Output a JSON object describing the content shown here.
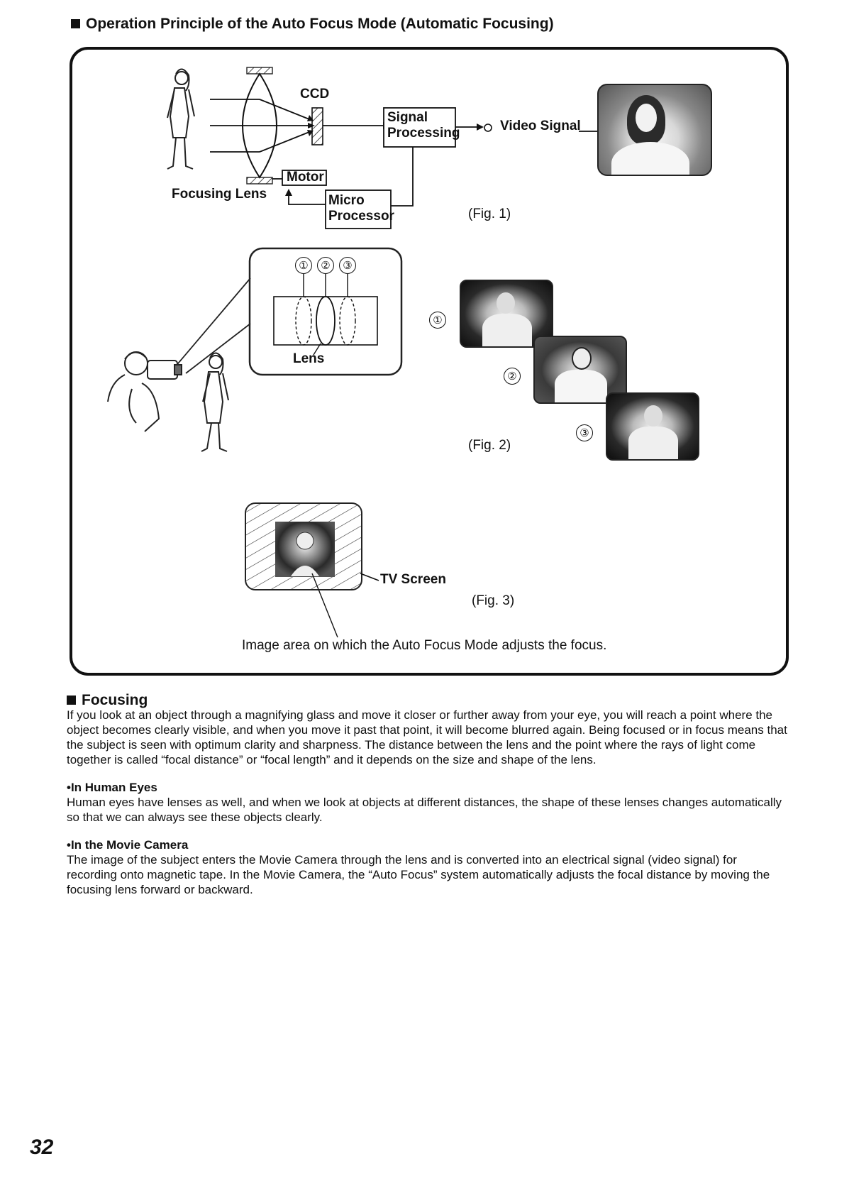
{
  "heading": "Operation Principle of the Auto Focus Mode (Automatic Focusing)",
  "fig1": {
    "ccd_label": "CCD",
    "signal_processing": [
      "Signal",
      "Processing"
    ],
    "video_signal": "Video Signal",
    "motor": "Motor",
    "focusing_lens": "Focusing Lens",
    "micro_processor": [
      "Micro",
      "Processor"
    ],
    "caption": "(Fig. 1)"
  },
  "fig2": {
    "markers": [
      "①",
      "②",
      "③"
    ],
    "lens_label": "Lens",
    "caption": "(Fig. 2)"
  },
  "fig3": {
    "tv_screen": "TV Screen",
    "caption": "(Fig. 3)",
    "note": "Image area on which the Auto Focus Mode adjusts the focus."
  },
  "sections": {
    "focusing": {
      "title": "Focusing",
      "body": "If you look at an object through a magnifying glass and move it closer or further away from your eye, you will reach a point where the object becomes clearly visible, and when you move it past that point, it will become blurred again. Being focused or in focus means that the subject is seen with optimum clarity and sharpness. The distance between the lens and the point where the rays of light come together is called “focal distance” or “focal length” and it depends on the size and shape of the lens."
    },
    "human_eyes": {
      "title": "•In Human Eyes",
      "body": "Human eyes have lenses as well, and when we look at objects at different distances, the shape of these lenses changes automatically so that we can always see these objects clearly."
    },
    "movie_camera": {
      "title": "•In the Movie Camera",
      "body": "The image of the subject enters the Movie Camera through the lens and is converted into an electrical signal (video signal) for recording onto magnetic tape. In the Movie Camera, the “Auto Focus” system automatically adjusts the focal distance by moving the focusing lens forward or backward."
    }
  },
  "page_number": "32"
}
